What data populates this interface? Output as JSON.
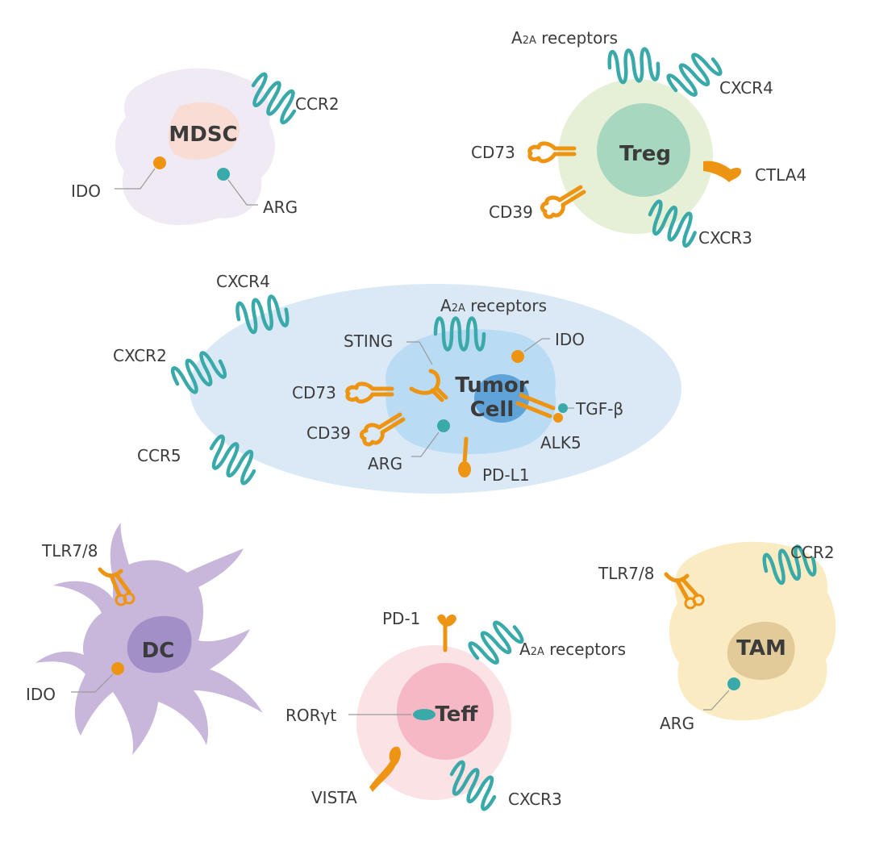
{
  "cells": {
    "mdsc": {
      "name": "MDSC",
      "labels": {
        "ccr2": "CCR2",
        "ido": "IDO",
        "arg": "ARG"
      }
    },
    "treg": {
      "name": "Treg",
      "labels": {
        "a2a_prefix": "A",
        "a2a_sub": "2A",
        "a2a_rest": " receptors",
        "cxcr4": "CXCR4",
        "cd73": "CD73",
        "ctla4": "CTLA4",
        "cd39": "CD39",
        "cxcr3": "CXCR3"
      }
    },
    "tumor": {
      "name_line1": "Tumor",
      "name_line2": "Cell",
      "labels": {
        "cxcr4": "CXCR4",
        "a2a_prefix": "A",
        "a2a_sub": "2A",
        "a2a_rest": " receptors",
        "sting": "STING",
        "ido": "IDO",
        "cxcr2": "CXCR2",
        "cd73": "CD73",
        "tgfb": "TGF-β",
        "cd39": "CD39",
        "alk5": "ALK5",
        "ccr5": "CCR5",
        "arg": "ARG",
        "pdl1": "PD-L1"
      }
    },
    "dc": {
      "name": "DC",
      "labels": {
        "tlr": "TLR7/8",
        "ido": "IDO"
      }
    },
    "teff": {
      "name": "Teff",
      "labels": {
        "pd1": "PD-1",
        "a2a_prefix": "A",
        "a2a_sub": "2A",
        "a2a_rest": " receptors",
        "roryt": "RORγt",
        "vista": "VISTA",
        "cxcr3": "CXCR3"
      }
    },
    "tam": {
      "name": "TAM",
      "labels": {
        "ccr2": "CCR2",
        "tlr": "TLR7/8",
        "arg": "ARG"
      }
    }
  },
  "colors": {
    "receptor_teal": "#3aa9a9",
    "molecule_orange": "#ee9413",
    "mdsc_body": "#efeaf3",
    "mdsc_nucleus": "#f9dcd3",
    "treg_outer": "#e6f0d6",
    "treg_inner": "#a7d8bf",
    "tumor_outer": "#dbe9f7",
    "tumor_body": "#b9dcf4",
    "tumor_nucleus": "#5fa3d9",
    "dc_body": "#c8b6db",
    "dc_nucleus": "#a38fc7",
    "teff_outer": "#fbe2e5",
    "teff_inner": "#f5b8c4",
    "tam_body": "#fbebc2",
    "tam_nucleus": "#d9c08a"
  }
}
